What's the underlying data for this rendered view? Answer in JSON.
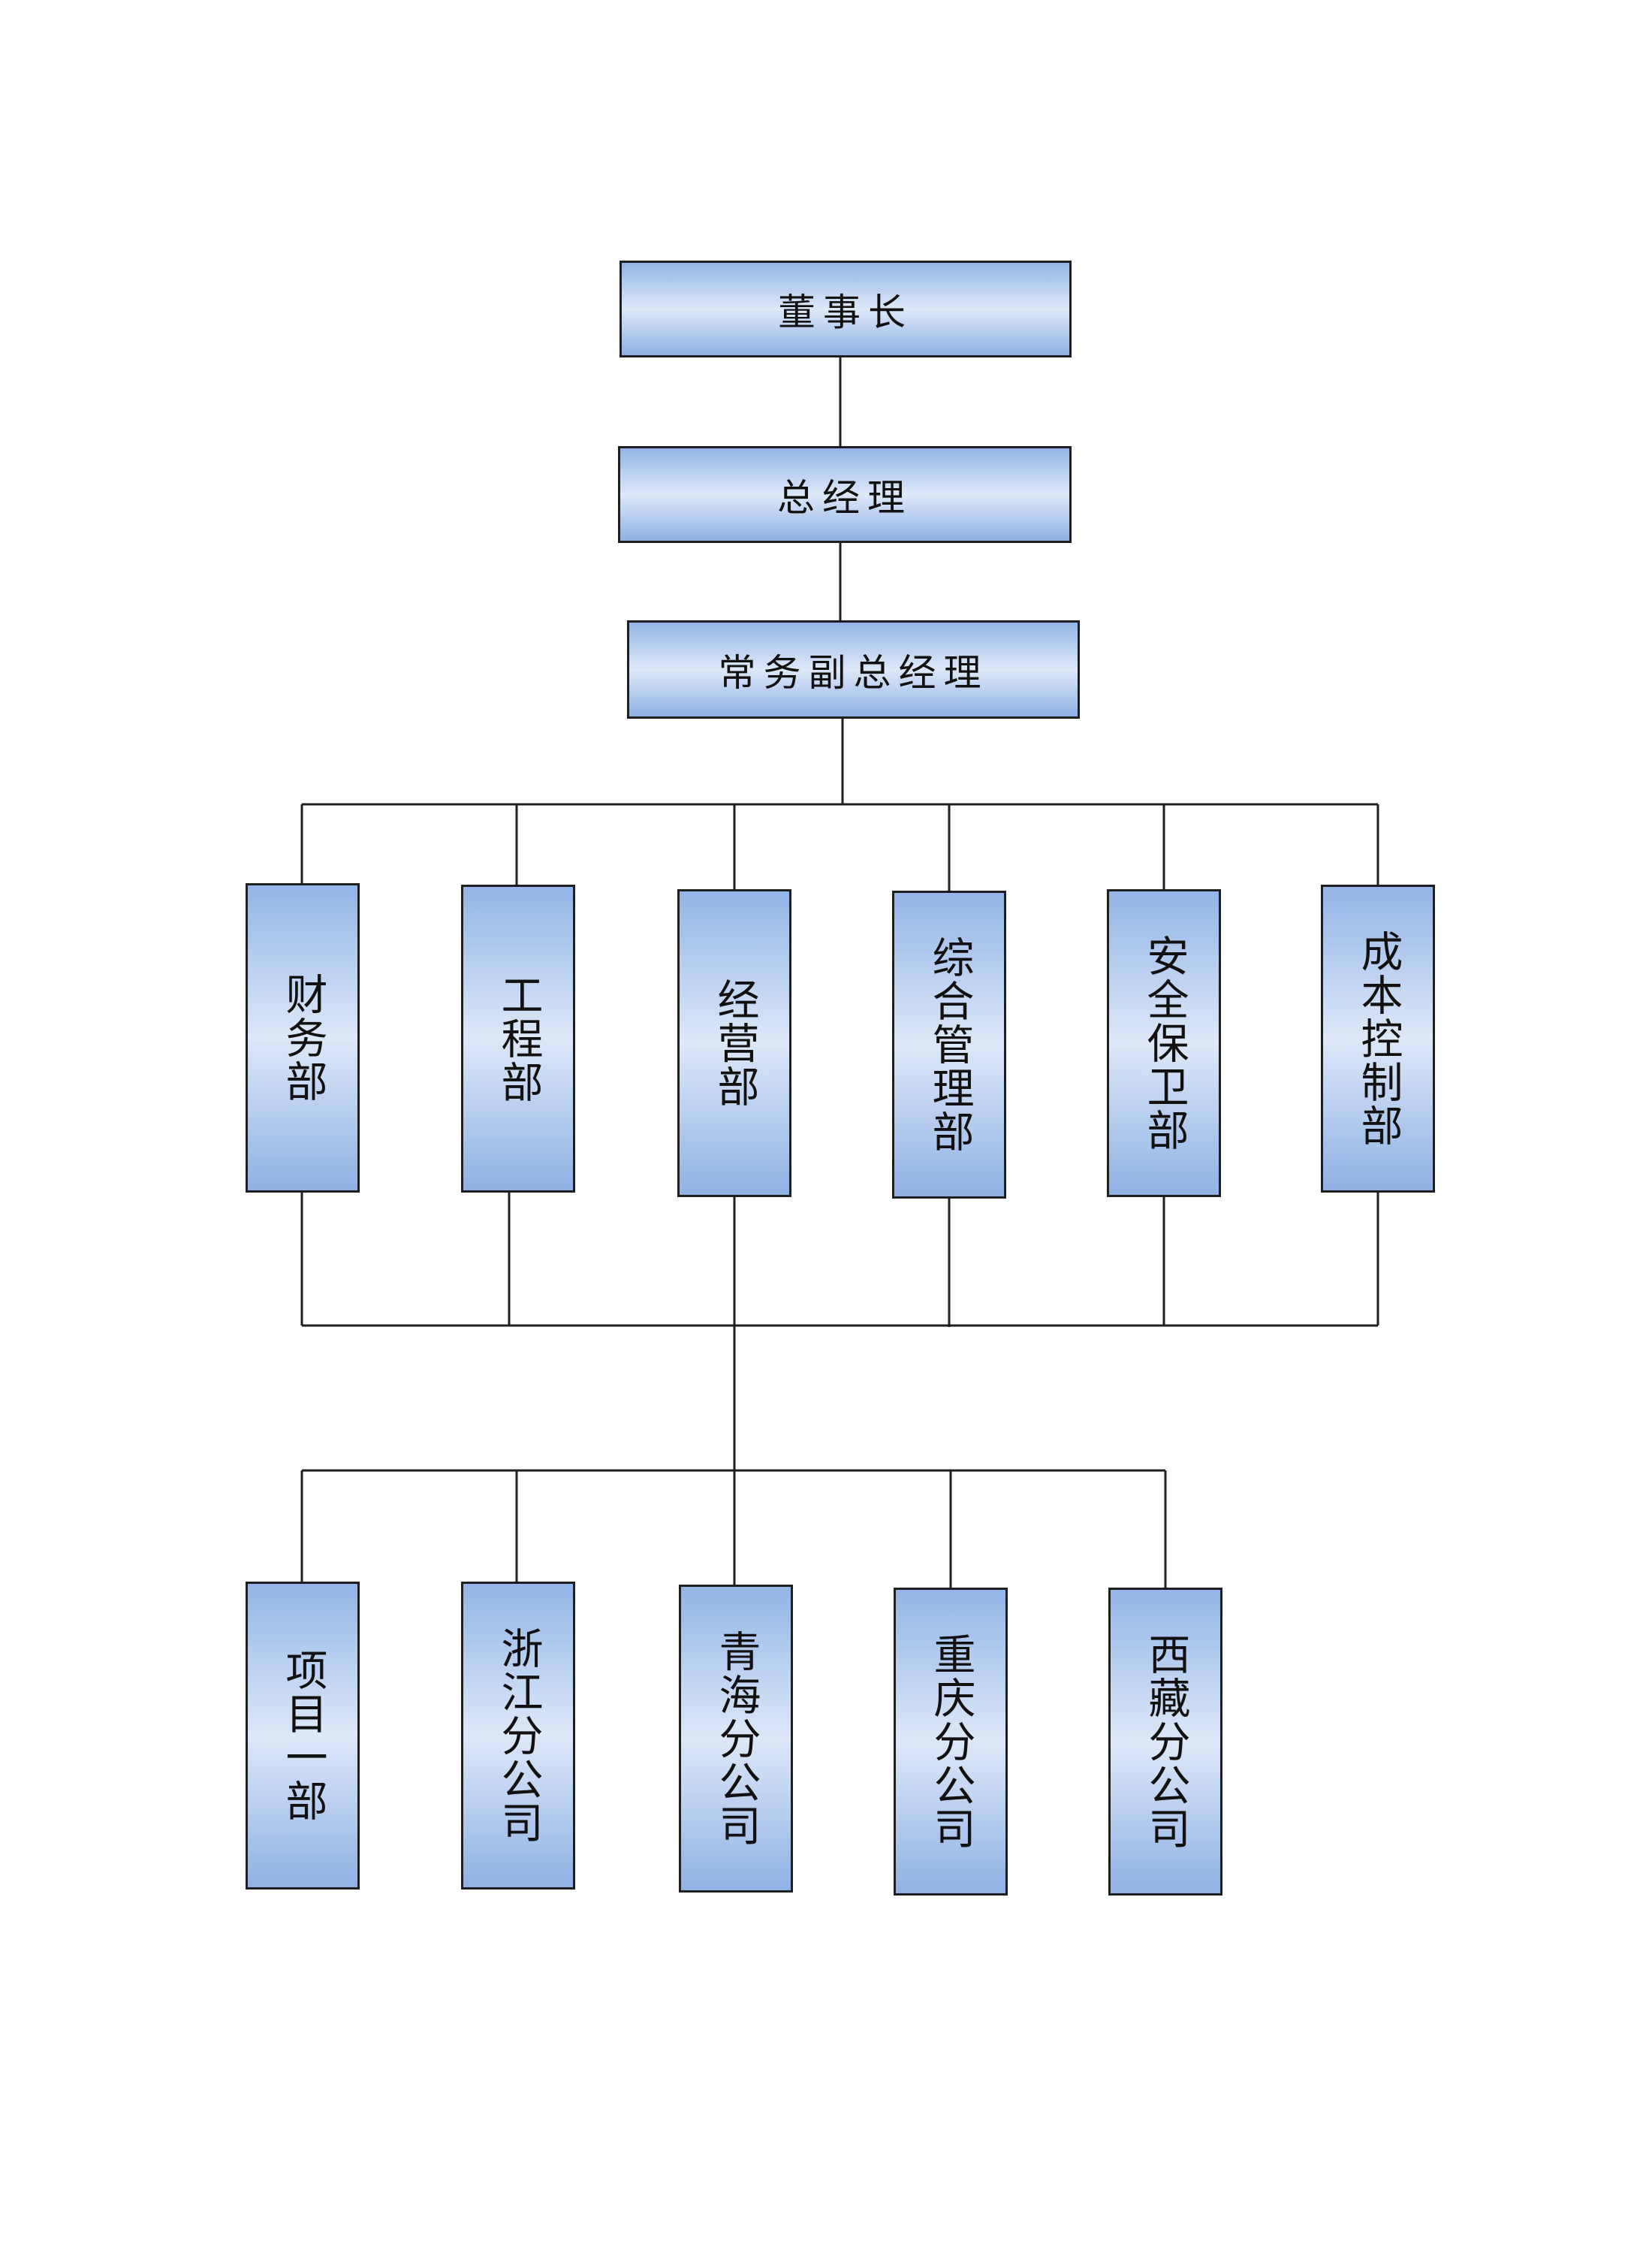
{
  "chart": {
    "top": {
      "chairman": "董事长",
      "general_manager": "总经理",
      "executive_deputy_gm": "常务副总经理"
    },
    "departments": [
      "财务部",
      "工程部",
      "经营部",
      "综合管理部",
      "安全保卫部",
      "成本控制部"
    ],
    "branches": [
      "项目一部",
      "浙江分公司",
      "青海分公司",
      "重庆分公司",
      "西藏分公司"
    ]
  },
  "colors": {
    "box_gradient_edge": "#92b5e6",
    "box_gradient_center": "#dde8f8",
    "border": "#1f1f1f",
    "connector": "#1f1f1f",
    "text": "#111111",
    "background": "#ffffff"
  }
}
